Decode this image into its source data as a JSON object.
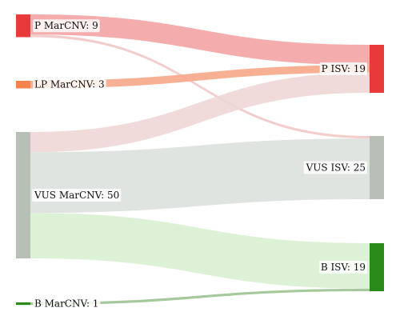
{
  "sankey": {
    "left_nodes": [
      {
        "id": "p_marcnv",
        "label": "P MarCNV: 9",
        "value": 9,
        "color": "#e83a3a"
      },
      {
        "id": "lp_marcnv",
        "label": "LP MarCNV: 3",
        "value": 3,
        "color": "#f5834d"
      },
      {
        "id": "vus_marcnv",
        "label": "VUS MarCNV: 50",
        "value": 50,
        "color": "#b7bfb7"
      },
      {
        "id": "b_marcnv",
        "label": "B MarCNV: 1",
        "value": 1,
        "color": "#2a8a18"
      }
    ],
    "right_nodes": [
      {
        "id": "p_isv",
        "label": "P ISV: 19",
        "value": 19,
        "color": "#e83a3a"
      },
      {
        "id": "vus_isv",
        "label": "VUS ISV: 25",
        "value": 25,
        "color": "#b7bfb7"
      },
      {
        "id": "b_isv",
        "label": "B ISV: 19",
        "value": 19,
        "color": "#2a8a18"
      }
    ],
    "links": [
      {
        "source": "p_marcnv",
        "target": "p_isv",
        "value": 8,
        "color": "#f4a3a3"
      },
      {
        "source": "p_marcnv",
        "target": "vus_isv",
        "value": 1,
        "color": "#f2c7c7"
      },
      {
        "source": "lp_marcnv",
        "target": "p_isv",
        "value": 3,
        "color": "#f7a78a"
      },
      {
        "source": "vus_marcnv",
        "target": "p_isv",
        "value": 8,
        "color": "#efd6d6"
      },
      {
        "source": "vus_marcnv",
        "target": "vus_isv",
        "value": 24,
        "color": "#dde1dd"
      },
      {
        "source": "vus_marcnv",
        "target": "b_isv",
        "value": 18,
        "color": "#d9f0d2"
      },
      {
        "source": "b_marcnv",
        "target": "b_isv",
        "value": 1,
        "color": "#9cc391"
      }
    ]
  }
}
